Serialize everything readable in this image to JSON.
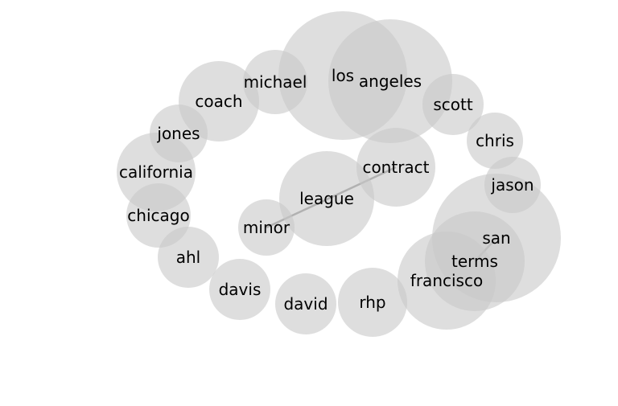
{
  "colors": {
    "bubble": "#c8c8c8",
    "link": "#8f8f8f",
    "text": "#000000",
    "background": "#ffffff"
  },
  "nodes": [
    {
      "id": "los",
      "label": "los"
    },
    {
      "id": "angeles",
      "label": "angeles"
    },
    {
      "id": "michael",
      "label": "michael"
    },
    {
      "id": "coach",
      "label": "coach"
    },
    {
      "id": "scott",
      "label": "scott"
    },
    {
      "id": "jones",
      "label": "jones"
    },
    {
      "id": "chris",
      "label": "chris"
    },
    {
      "id": "california",
      "label": "california"
    },
    {
      "id": "contract",
      "label": "contract"
    },
    {
      "id": "jason",
      "label": "jason"
    },
    {
      "id": "league",
      "label": "league"
    },
    {
      "id": "chicago",
      "label": "chicago"
    },
    {
      "id": "minor",
      "label": "minor"
    },
    {
      "id": "san",
      "label": "san"
    },
    {
      "id": "ahl",
      "label": "ahl"
    },
    {
      "id": "terms",
      "label": "terms"
    },
    {
      "id": "francisco",
      "label": "francisco"
    },
    {
      "id": "davis",
      "label": "davis"
    },
    {
      "id": "rhp",
      "label": "rhp"
    },
    {
      "id": "david",
      "label": "david"
    }
  ],
  "links": [
    {
      "source": "minor",
      "target": "contract"
    },
    {
      "source": "san",
      "target": "terms"
    }
  ]
}
